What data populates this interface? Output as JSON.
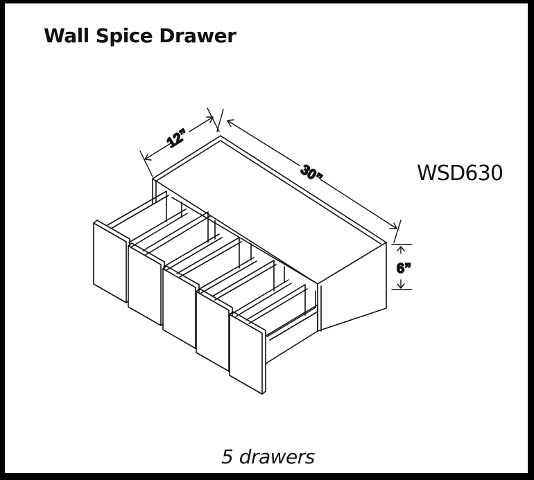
{
  "title": "Wall Spice Drawer",
  "model_code": "WSD630",
  "caption": "5 drawers",
  "dimensions": {
    "depth": "12”",
    "width": "30”",
    "height": "6”"
  },
  "drawer_count": 5,
  "colors": {
    "border": "#000000",
    "background": "#ffffff",
    "line": "#111111"
  }
}
